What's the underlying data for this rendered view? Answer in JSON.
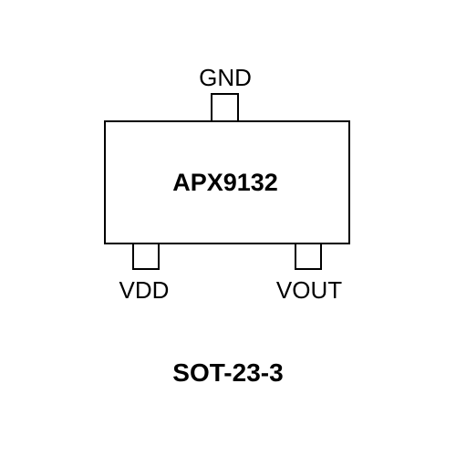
{
  "chip": {
    "part_number": "APX9132",
    "package": "SOT-23-3"
  },
  "pins": {
    "top": "GND",
    "bottom_left": "VDD",
    "bottom_right": "VOUT"
  },
  "colors": {
    "stroke": "#000000",
    "background": "#ffffff"
  }
}
